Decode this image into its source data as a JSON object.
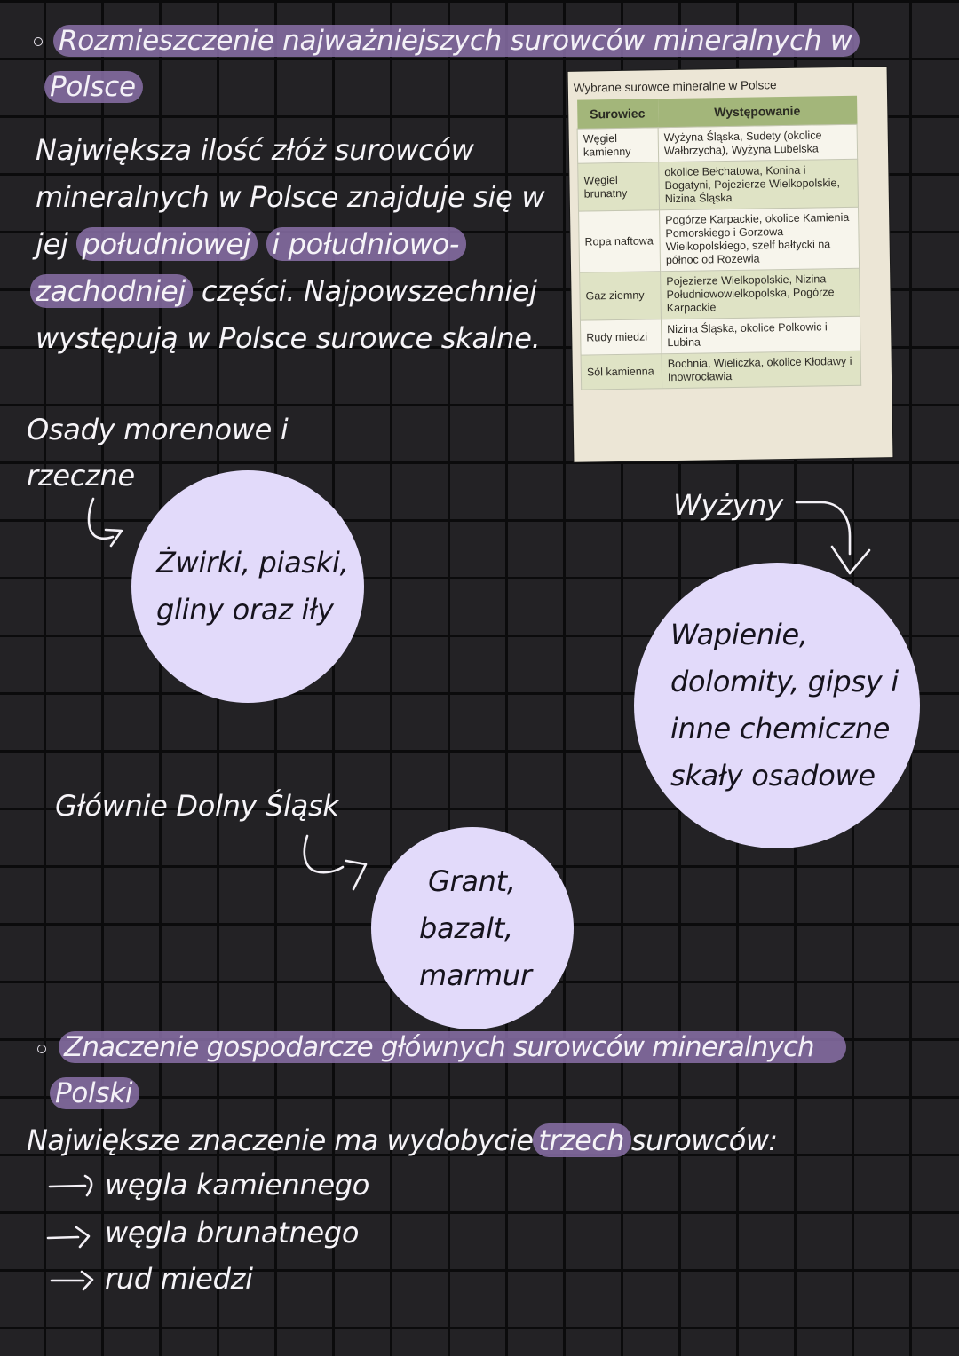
{
  "section1": {
    "heading_line1": "Rozmieszczenie najważniejszych surowców mineralnych w",
    "heading_line2": "Polsce",
    "paragraph": {
      "l1": "Największa ilość złóż surowców",
      "l2": "mineralnych w Polsce znajduje się w",
      "l3_pre": "jej",
      "l3_hl1": "południowej",
      "l3_hl2": "i południowo-",
      "l4_hl": "zachodniej",
      "l4_post": "części. Najpowszechniej",
      "l5": "występują w Polsce surowce skalne."
    }
  },
  "table_photo": {
    "title": "Wybrane surowce mineralne w Polsce",
    "headers": [
      "Surowiec",
      "Występowanie"
    ],
    "rows": [
      {
        "surowiec": "Węgiel kamienny",
        "wystepowanie": "Wyżyna Śląska, Sudety (okolice Wałbrzycha), Wyżyna Lubelska"
      },
      {
        "surowiec": "Węgiel brunatny",
        "wystepowanie": "okolice Bełchatowa, Konina i Bogatyni, Pojezierze Wielkopolskie, Nizina Śląska"
      },
      {
        "surowiec": "Ropa naftowa",
        "wystepowanie": "Pogórze Karpackie, okolice Kamienia Pomorskiego i Gorzowa Wielkopolskiego, szelf bałtycki na północ od Rozewia"
      },
      {
        "surowiec": "Gaz ziemny",
        "wystepowanie": "Pojezierze Wielkopolskie, Nizina Południowowielkopolska, Pogórze Karpackie"
      },
      {
        "surowiec": "Rudy miedzi",
        "wystepowanie": "Nizina Śląska, okolice Polkowic i Lubina"
      },
      {
        "surowiec": "Sól kamienna",
        "wystepowanie": "Bochnia, Wieliczka, okolice Kłodawy i Inowrocławia"
      }
    ]
  },
  "diagram": {
    "label1": {
      "l1": "Osady morenowe i",
      "l2": "rzeczne"
    },
    "circle1": {
      "l1": "Żwirki, piaski,",
      "l2": "gliny oraz iły"
    },
    "label2": "Wyżyny",
    "circle2": {
      "l1": "Wapienie,",
      "l2": "dolomity, gipsy i",
      "l3": "inne chemiczne",
      "l4": "skały osadowe"
    },
    "label3": "Głównie Dolny Śląsk",
    "circle3": {
      "l1": "Grant,",
      "l2": "bazalt,",
      "l3": "marmur"
    }
  },
  "section2": {
    "heading_line1": "Znaczenie gospodarcze głównych surowców mineralnych",
    "heading_line2": "Polski",
    "intro_pre": "Największe znaczenie ma wydobycie",
    "intro_hl": "trzech",
    "intro_post": "surowców:",
    "items": [
      "węgla kamiennego",
      "węgla brunatnego",
      "rud miedzi"
    ]
  },
  "colors": {
    "background": "#232225",
    "grid": "#0b0b0c",
    "highlight": "#8a70a8",
    "circle_fill": "#e2dafa",
    "text_light": "#f6f4f8",
    "text_dark": "#16131d"
  }
}
